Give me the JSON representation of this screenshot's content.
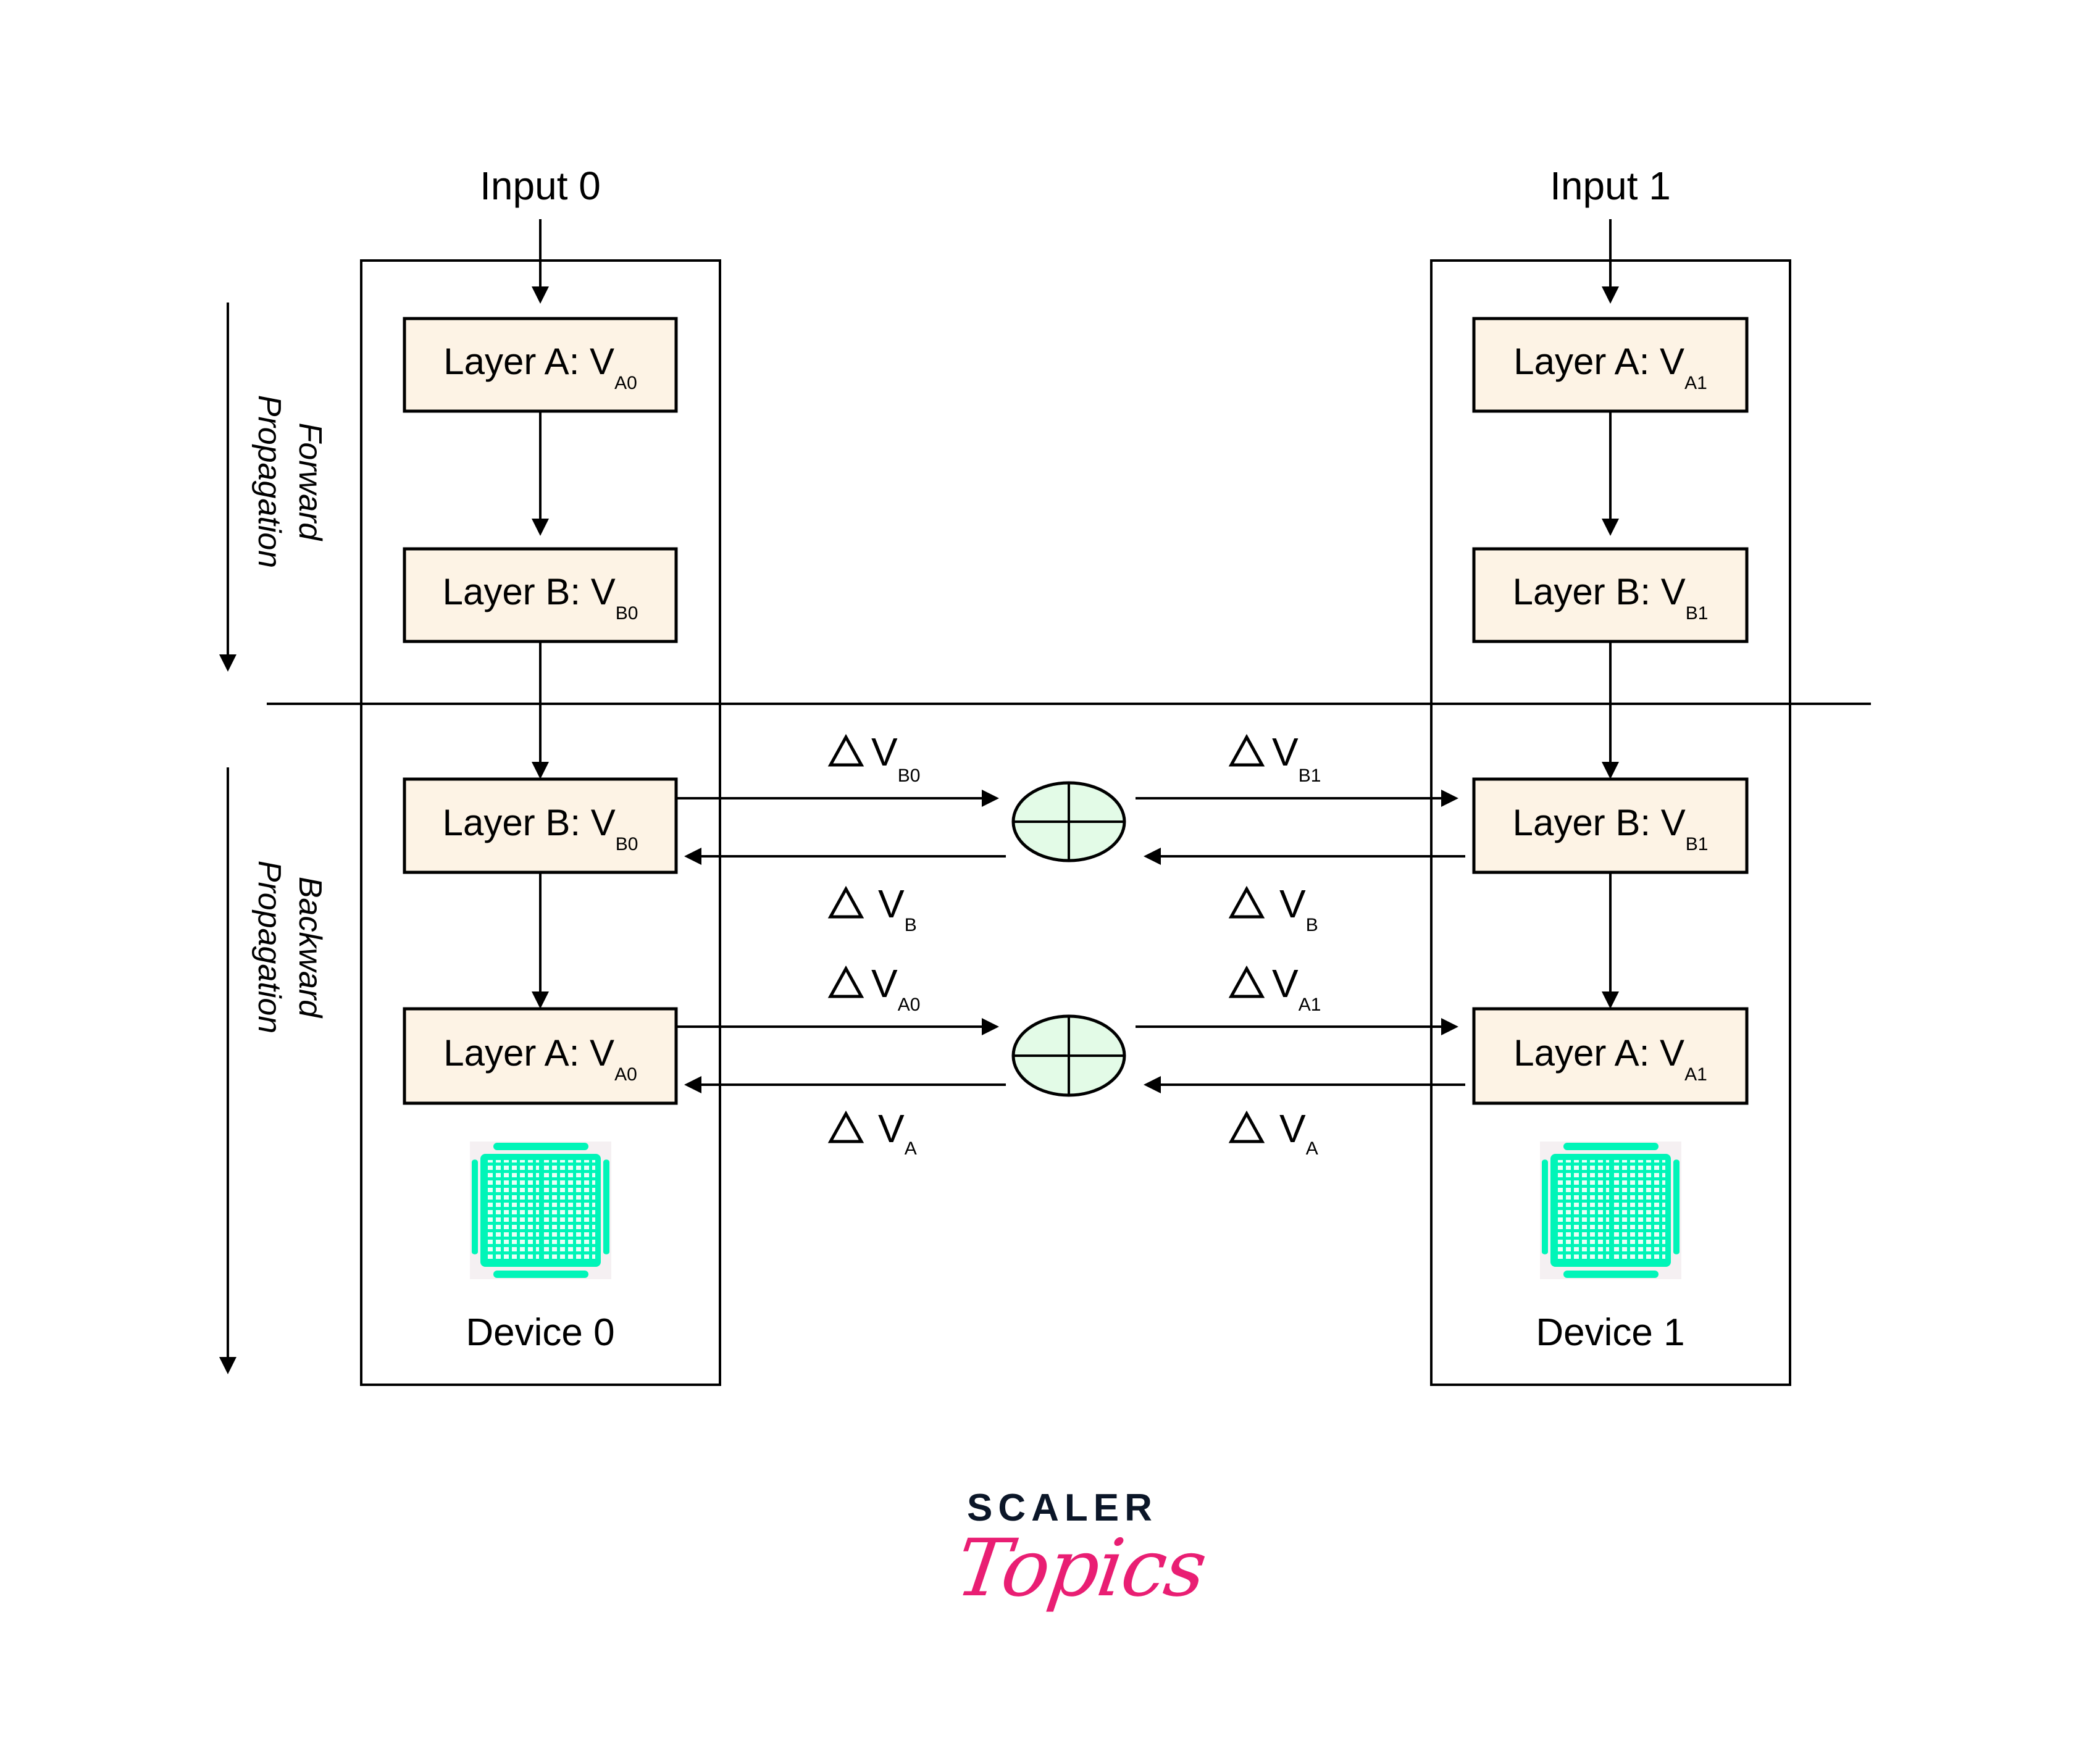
{
  "inputs": [
    {
      "label": "Input 0"
    },
    {
      "label": "Input 1"
    }
  ],
  "propagation_labels": {
    "forward": {
      "line1": "Forward",
      "line2": "Propagation"
    },
    "backward": {
      "line1": "Backward",
      "line2": "Propagation"
    }
  },
  "devices": [
    {
      "label": "Device 0",
      "icon": "gpu-chip-icon",
      "layers": {
        "forward": [
          {
            "name": "Layer A: V",
            "sub": "A0"
          },
          {
            "name": "Layer B: V",
            "sub": "B0"
          }
        ],
        "backward": [
          {
            "name": "Layer B: V",
            "sub": "B0"
          },
          {
            "name": "Layer A: V",
            "sub": "A0"
          }
        ]
      }
    },
    {
      "label": "Device 1",
      "icon": "gpu-chip-icon",
      "layers": {
        "forward": [
          {
            "name": "Layer A: V",
            "sub": "A1"
          },
          {
            "name": "Layer B: V",
            "sub": "B1"
          }
        ],
        "backward": [
          {
            "name": "Layer B: V",
            "sub": "B1"
          },
          {
            "name": "Layer A: V",
            "sub": "A1"
          }
        ]
      }
    }
  ],
  "gradient_labels": {
    "symbol": "△",
    "var": "V",
    "layer_b": {
      "left_out": "B0",
      "right_out": "B1",
      "left_in": "B",
      "right_in": "B"
    },
    "layer_a": {
      "left_out": "A0",
      "right_out": "A1",
      "left_in": "A",
      "right_in": "A"
    }
  },
  "aggregator": {
    "icon": "sum-circle-icon"
  },
  "colors": {
    "layer_fill": "#fdf3e5",
    "aggregator_fill": "#e3fbe7",
    "chip": "#00f5b8",
    "chip_bg": "#f5f0f2",
    "logo_dark": "#0b1628",
    "logo_pink": "#e91e73"
  },
  "logo": {
    "line1": "SCALER",
    "line2": "Topics"
  }
}
